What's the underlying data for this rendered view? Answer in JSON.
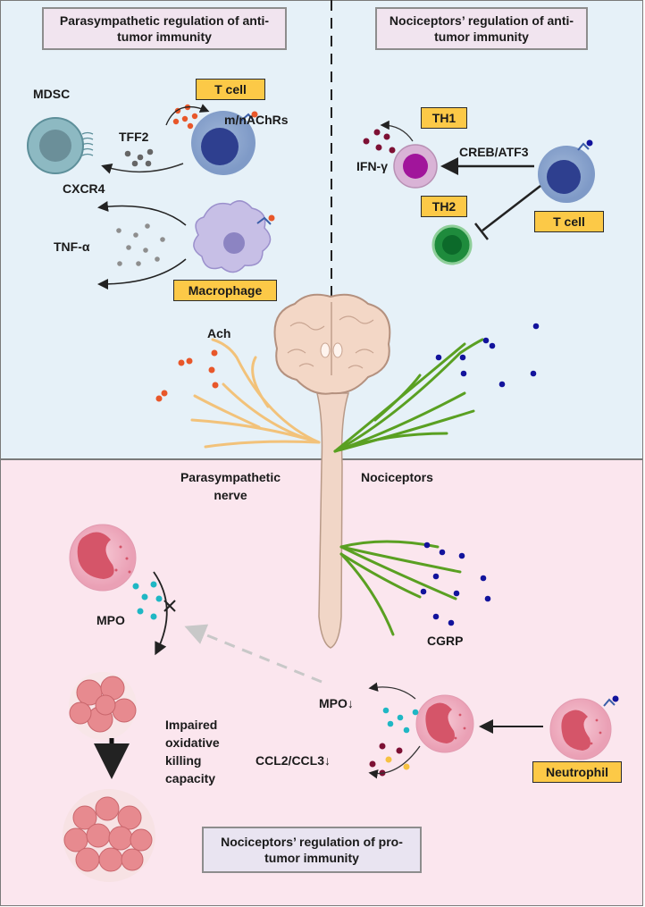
{
  "titles": {
    "para_top": "Parasympathetic regulation of anti-tumor immunity",
    "noci_top": "Nociceptors’ regulation of anti-tumor immunity",
    "noci_bottom": "Nociceptors’ regulation of pro-tumor immunity"
  },
  "tags": {
    "tcell_left": "T cell",
    "macrophage": "Macrophage",
    "th1": "TH1",
    "th2": "TH2",
    "tcell_right": "T cell",
    "neutrophil": "Neutrophil"
  },
  "labels": {
    "mdsc": "MDSC",
    "tff2": "TFF2",
    "cxcr4": "CXCR4",
    "machrs": "m/nAChRs",
    "tnf": "TNF-α",
    "ach": "Ach",
    "ifn": "IFN-γ",
    "creb": "CREB/ATF3",
    "para_nerve": "Parasympathetic nerve",
    "nociceptors": "Nociceptors",
    "cgrp": "CGRP",
    "mpo_left": "MPO",
    "mpo_down": "MPO↓",
    "ccl": "CCL2/CCL3↓",
    "impaired": "Impaired oxidative killing capacity"
  },
  "colors": {
    "top_bg": "#e6f1f8",
    "bottom_bg": "#fbe6ee",
    "tag_fill": "#fcc947",
    "ach_dot": "#e8572a",
    "cgrp_dot": "#12139c",
    "para_fiber": "#f2c27a",
    "noci_fiber": "#5aa022",
    "mpo_dot": "#1fb7c4"
  }
}
